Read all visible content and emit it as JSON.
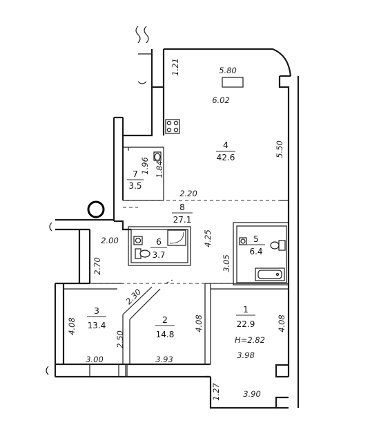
{
  "rooms": [
    {
      "number": "1",
      "area": "22.9",
      "extra": "H=2.82"
    },
    {
      "number": "2",
      "area": "14.8"
    },
    {
      "number": "3",
      "area": "13.4"
    },
    {
      "number": "4",
      "area": "42.6"
    },
    {
      "number": "5",
      "area": "6.4"
    },
    {
      "number": "6",
      "area": "3.7"
    },
    {
      "number": "7",
      "area": "3.5"
    },
    {
      "number": "8",
      "area": "27.1"
    }
  ],
  "dimensions": {
    "d580": "5.80",
    "d602": "6.02",
    "d121": "1.21",
    "d550": "5.50",
    "d196": "1.96",
    "d184": "1.84",
    "d220": "2.20",
    "d200": "2.00",
    "d270": "2.70",
    "d425": "4.25",
    "d305": "3.05",
    "d230": "2.30",
    "d408a": "4.08",
    "d250": "2.50",
    "d408b": "4.08",
    "d408c": "4.08",
    "d300": "3.00",
    "d393": "3.93",
    "d398": "3.98",
    "d127": "1.27",
    "d390": "3.90"
  }
}
